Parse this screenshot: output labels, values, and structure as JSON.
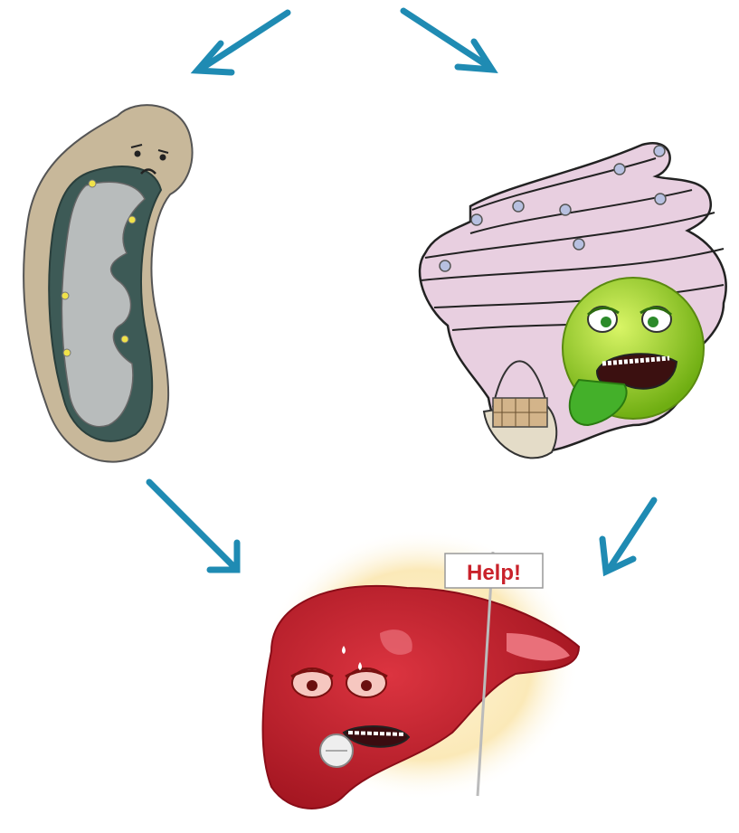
{
  "diagram": {
    "nodes": [
      {
        "id": "mitochondrion",
        "icon": "sad-mitochondrion-icon"
      },
      {
        "id": "golgi",
        "icon": "sick-golgi-apparatus-icon"
      },
      {
        "id": "liver",
        "icon": "sick-liver-icon",
        "sign_text": "Help!"
      }
    ],
    "arrows": [
      {
        "id": "top-left",
        "color": "#1f8bb3"
      },
      {
        "id": "top-right",
        "color": "#1f8bb3"
      },
      {
        "id": "mito-to-liver",
        "color": "#1f8bb3"
      },
      {
        "id": "golgi-to-liver",
        "color": "#1f8bb3"
      }
    ]
  },
  "colors": {
    "arrow": "#1f8bb3",
    "mito_outer": "#c8b89a",
    "mito_inner": "#3d5a56",
    "golgi": "#e8cfe0",
    "liver": "#c3202e",
    "sick_face": "#9ad21c"
  }
}
